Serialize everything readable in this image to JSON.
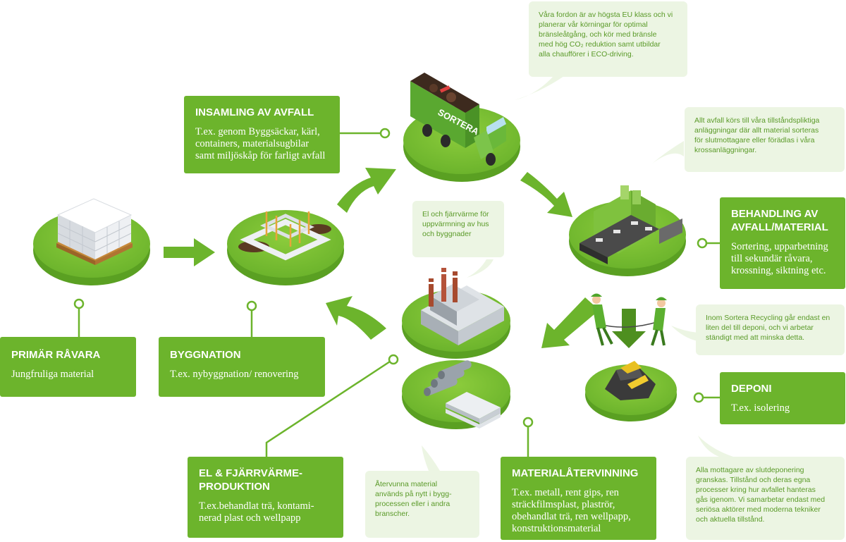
{
  "colors": {
    "primary_green": "#6cb42c",
    "dark_green": "#4e8f1f",
    "note_bg": "#ecf5e3",
    "note_text": "#5a9a28"
  },
  "boxes": {
    "insamling": {
      "title": "INSAMLING AV AVFALL",
      "text": "T.ex. genom Byggsäckar, kärl,\ncontainers, materialsugbilar\nsamt miljöskåp för farligt avfall"
    },
    "behandling": {
      "title": "BEHANDLING AV\nAVFALL/MATERIAL",
      "text": "Sortering, upparbetning\ntill sekundär råvara,\nkrossning, siktning etc."
    },
    "primar": {
      "title": "PRIMÄR RÅVARA",
      "text": "Jungfruliga material"
    },
    "byggnation": {
      "title": "BYGGNATION",
      "text": "T.ex. nybyggnation/ renovering"
    },
    "deponi": {
      "title": "DEPONI",
      "text": "T.ex. isolering"
    },
    "el": {
      "title": "EL & FJÄRRVÄRME-\nPRODUKTION",
      "text": "T.ex.behandlat trä, kontami-\nnerad plast och wellpapp"
    },
    "material": {
      "title": "MATERIALÅTERVINNING",
      "text": "T.ex. metall, rent gips, ren\nsträckfilmsplast, plaströr,\nobehandlat trä, ren wellpapp,\nkonstruktionsmaterial"
    }
  },
  "notes": {
    "fordon": "Våra fordon är av högsta EU klass och vi\nplanerar vår körningar för optimal\nbränsleåtgång, och kör med bränsle\nmed hög CO₂ reduktion samt utbildar\nalla chaufförer i ECO-driving.",
    "avfall": "Allt avfall körs till våra tillståndspliktiga\nanläggningar där allt material sorteras\nför slutmottagare eller förädlas i våra\nkrossanläggningar.",
    "el_varme": "El och fjärrvärme för\nuppvärmning av hus\noch byggnader",
    "deponi_info": "Inom Sortera Recycling går endast en\nliten del till deponi, och vi arbetar\nständigt med att minska detta.",
    "atervunna": "Återvunna material\nanvänds på nytt i bygg-\nprocessen eller i andra\nbranscher.",
    "mottagare": "Alla mottagare av slutdeponering\ngranskas. Tillstånd och deras egna\nprocesser kring hur avfallet hanteras\ngås igenom. Vi samarbetar endast med\nseriösa aktörer med moderna tekniker\noch aktuella tillstånd."
  },
  "truck_logo": "SORTERA",
  "icons": [
    "pallet-blocks-icon",
    "construction-site-icon",
    "garbage-truck-icon",
    "sorting-facility-icon",
    "power-plant-icon",
    "pipes-materials-icon",
    "landfill-rocks-icon",
    "workers-pulling-rope-icon"
  ]
}
